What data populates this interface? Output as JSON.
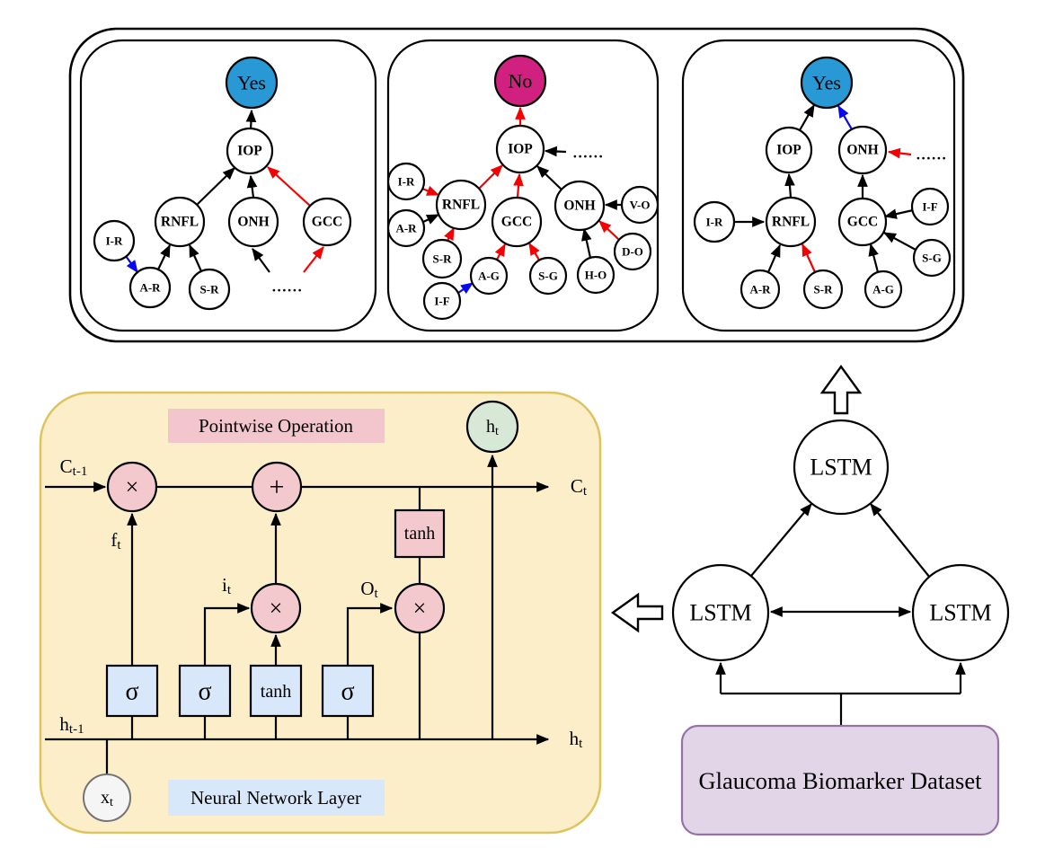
{
  "colors": {
    "yes_fill": "#2899D5",
    "no_fill": "#D02080",
    "edge_black": "#000000",
    "edge_red": "#F50000",
    "edge_blue": "#0808F0",
    "cell_bg": "#FBEEC9",
    "cell_border": "#DFC35D",
    "pointwise_pink": "#F2C6CC",
    "nn_blue": "#D9E7FA",
    "h_node_green": "#D7E9D6",
    "x_node_gray": "#F5F5F5",
    "dataset_fill": "#E1D5E7",
    "dataset_border": "#9673A6"
  },
  "panels": [
    {
      "outcome": "Yes",
      "dots": "......",
      "nodes": {
        "iop": "IOP",
        "rnfl": "RNFL",
        "onh": "ONH",
        "gcc": "GCC",
        "ir": "I-R",
        "ar": "A-R",
        "sr": "S-R"
      }
    },
    {
      "outcome": "No",
      "dots": "......",
      "nodes": {
        "iop": "IOP",
        "rnfl": "RNFL",
        "gcc": "GCC",
        "onh": "ONH",
        "ir": "I-R",
        "ar": "A-R",
        "sr": "S-R",
        "if": "I-F",
        "ag": "A-G",
        "sg": "S-G",
        "ho": "H-O",
        "do": "D-O",
        "vo": "V-O"
      }
    },
    {
      "outcome": "Yes",
      "dots": "......",
      "nodes": {
        "iop": "IOP",
        "onh": "ONH",
        "rnfl": "RNFL",
        "gcc": "GCC",
        "ir": "I-R",
        "if": "I-F",
        "sg": "S-G",
        "ar": "A-R",
        "sr": "S-R",
        "ag": "A-G"
      }
    }
  ],
  "lstm_cell": {
    "pointwise_label": "Pointwise Operation",
    "nn_label": "Neural Network Layer",
    "ops": {
      "times": "×",
      "plus": "+",
      "sigma": "σ",
      "tanh": "tanh"
    },
    "labels": {
      "c_prev": {
        "base": "C",
        "sub": "t-1"
      },
      "c_next": {
        "base": "C",
        "sub": "t"
      },
      "h_prev": {
        "base": "h",
        "sub": "t-1"
      },
      "h_next": {
        "base": "h",
        "sub": "t"
      },
      "h_node": {
        "base": "h",
        "sub": "t"
      },
      "x_node": {
        "base": "x",
        "sub": "t"
      },
      "f_gate": {
        "base": "f",
        "sub": "t"
      },
      "i_gate": {
        "base": "i",
        "sub": "t"
      },
      "o_gate": {
        "base": "O",
        "sub": "t"
      }
    }
  },
  "ensemble": {
    "lstm": "LSTM",
    "dataset_label": "Glaucoma Biomarker Dataset"
  }
}
